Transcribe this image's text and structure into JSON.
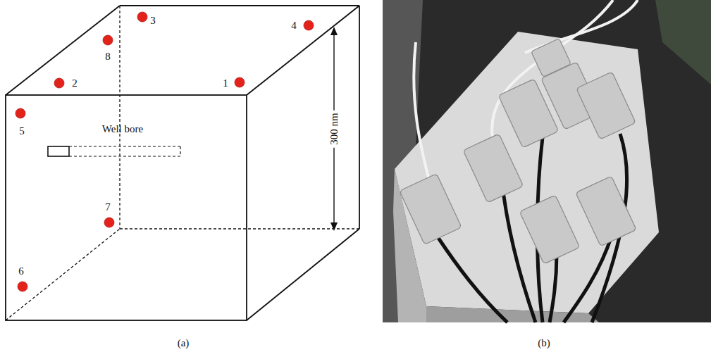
{
  "diagram": {
    "labels": [
      "3",
      "8",
      "4",
      "2",
      "1",
      "5",
      "Well bore",
      "300 nm",
      "7",
      "6",
      "(a)",
      "(b)"
    ]
  }
}
